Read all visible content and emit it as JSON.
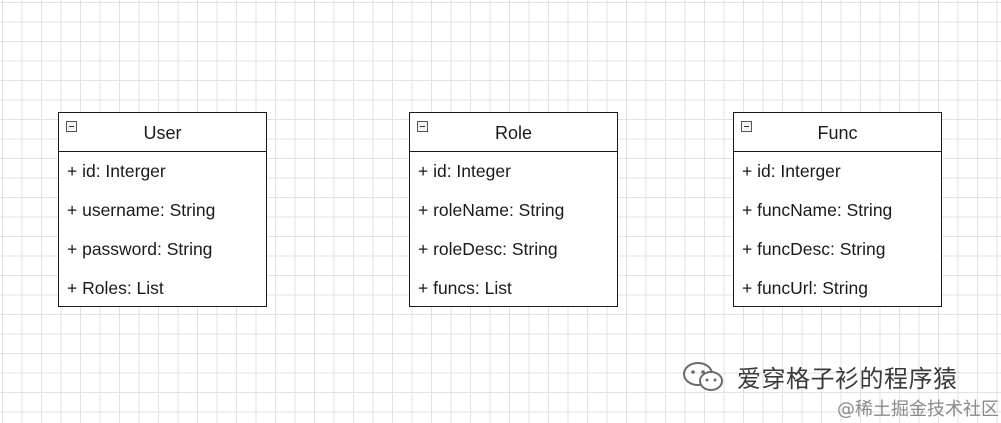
{
  "classes": [
    {
      "name": "User",
      "attributes": [
        "+ id: Interger",
        "+ username: String",
        "+ password: String",
        "+ Roles: List"
      ]
    },
    {
      "name": "Role",
      "attributes": [
        "+ id: Integer",
        "+ roleName: String",
        "+ roleDesc: String",
        "+ funcs: List"
      ]
    },
    {
      "name": "Func",
      "attributes": [
        "+ id: Interger",
        "+ funcName: String",
        "+ funcDesc: String",
        "+ funcUrl: String"
      ]
    }
  ],
  "watermark": {
    "title": "爱穿格子衫的程序猿",
    "subtitle": "@稀土掘金技术社区",
    "icon": "wechat-icon"
  },
  "colors": {
    "border": "#1a1a1a",
    "grid": "#e2e2e2",
    "background": "#ffffff"
  }
}
